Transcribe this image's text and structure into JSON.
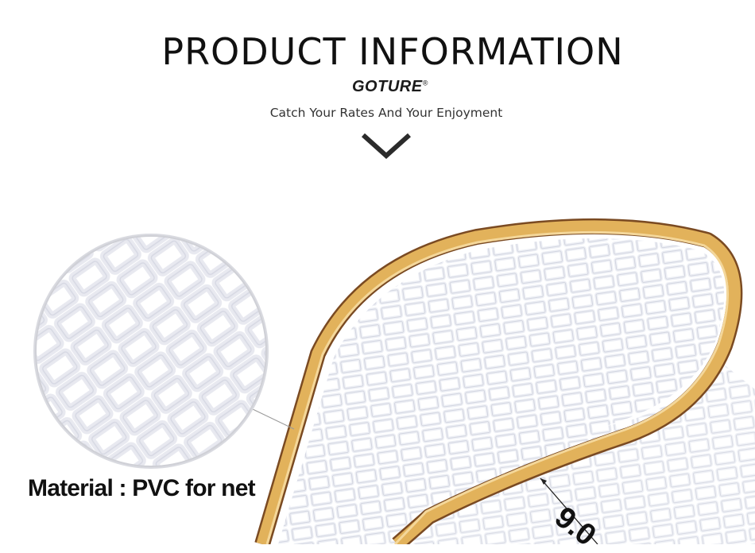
{
  "header": {
    "title": "PRODUCT INFORMATION",
    "brand": "GOTURE",
    "brand_mark": "®",
    "tagline": "Catch Your Rates And Your Enjoyment"
  },
  "product": {
    "material_label": "Material : PVC for net",
    "dimension_label": "9.0"
  },
  "icons": [
    "chevron-down-icon"
  ],
  "colors": {
    "frame_wood": "#e2b25b",
    "frame_dark": "#7a4a22",
    "net_white": "#f3f4f8",
    "background": "#ffffff"
  }
}
